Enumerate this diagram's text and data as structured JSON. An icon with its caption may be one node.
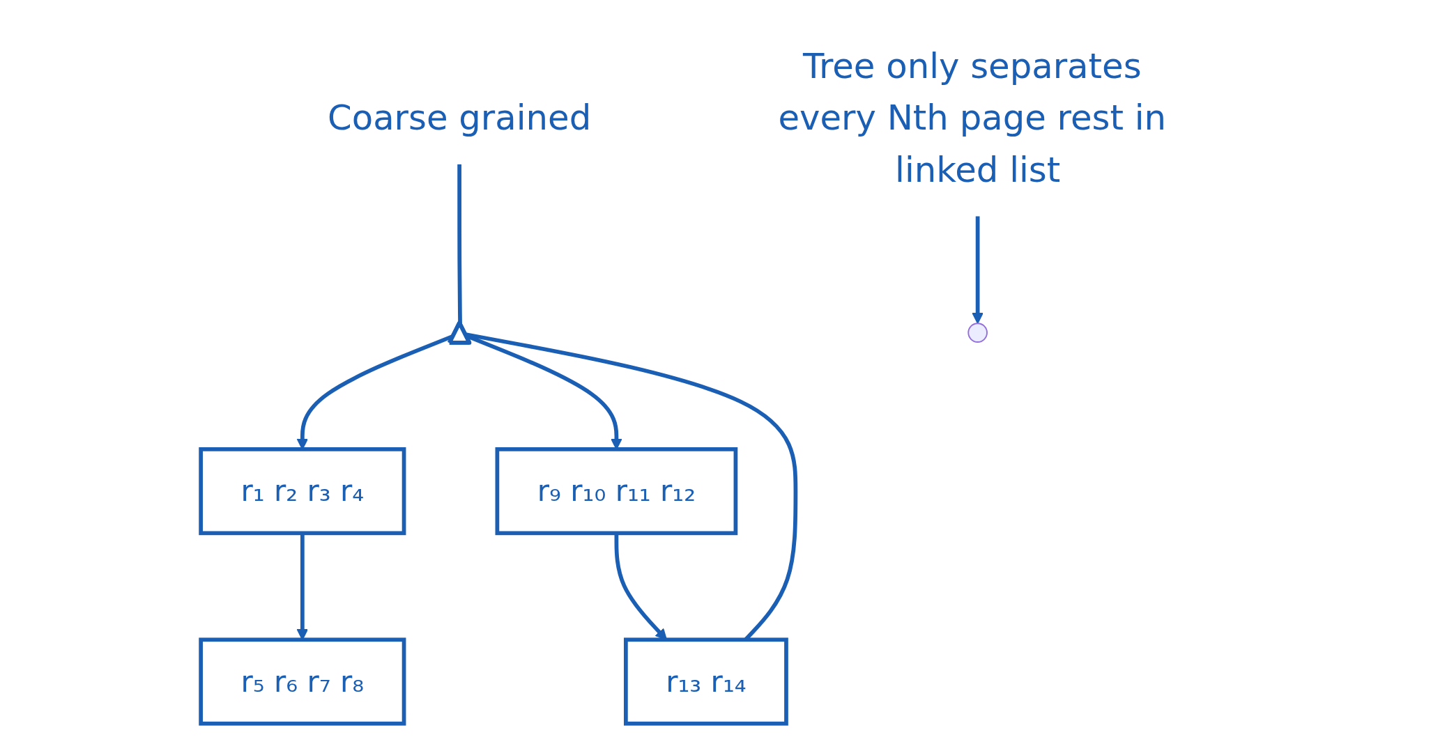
{
  "diagram": {
    "nodes": [
      {
        "text": [],
        "shape": "triangle"
      },
      {
        "text": [
          "Coarse grained"
        ]
      },
      {
        "text": [
          "r₁ r₂ r₃ r₄"
        ]
      },
      {
        "text": [
          "r₅ r₆ r₇ r₈"
        ]
      },
      {
        "text": [
          "r₉ r₁₀ r₁₁ r₁₂"
        ]
      },
      {
        "text": [
          "r₁₃ r₁₄"
        ]
      },
      {
        "text": [
          "Tree only separates every Nth page rest in linked list"
        ]
      }
    ],
    "edges": [
      {
        "from": 1,
        "to": 0,
        "arrow": "none"
      },
      {
        "from": 0,
        "to": 2,
        "arrow": "to"
      },
      {
        "from": 0,
        "to": 4,
        "arrow": "to"
      },
      {
        "from": 2,
        "to": 3,
        "arrow": "to"
      },
      {
        "from": 4,
        "to": 5,
        "arrow": "to"
      },
      {
        "from": 0,
        "to": 5,
        "arrow": "none"
      },
      {
        "from": 6,
        "to": null,
        "arrow": "to"
      }
    ]
  }
}
